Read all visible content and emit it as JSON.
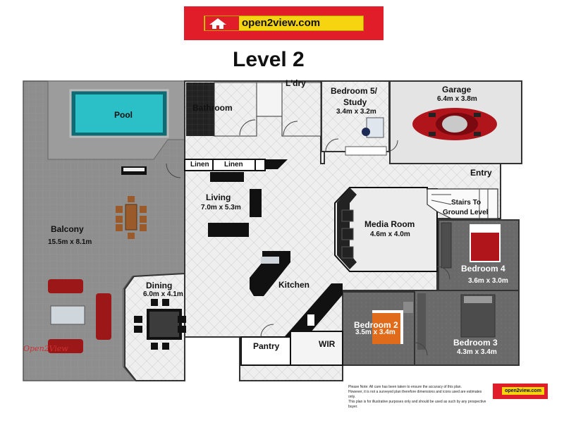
{
  "header": {
    "brand": "open2view.com",
    "title": "Level 2"
  },
  "rooms": {
    "pool": {
      "label": "Pool"
    },
    "bathroom": {
      "label": "Bathroom"
    },
    "laundry": {
      "label": "L'dry"
    },
    "bedroom5": {
      "label": "Bedroom 5/",
      "label2": "Study",
      "dim": "3.4m x 3.2m"
    },
    "garage": {
      "label": "Garage",
      "dim": "6.4m x 3.8m"
    },
    "linen1": {
      "label": "Linen"
    },
    "linen2": {
      "label": "Linen"
    },
    "entry": {
      "label": "Entry"
    },
    "living": {
      "label": "Living",
      "dim": "7.0m x 5.3m"
    },
    "stairs": {
      "label": "Stairs To",
      "label2": "Ground Level"
    },
    "media": {
      "label": "Media Room",
      "dim": "4.6m x 4.0m"
    },
    "balcony": {
      "label": "Balcony",
      "dim": "15.5m x 8.1m"
    },
    "bedroom4": {
      "label": "Bedroom 4",
      "dim": "3.6m x 3.0m"
    },
    "dining": {
      "label": "Dining",
      "dim": "6.0m x 4.1m"
    },
    "kitchen": {
      "label": "Kitchen"
    },
    "bedroom2": {
      "label": "Bedroom 2",
      "dim": "3.5m x 3.4m"
    },
    "bedroom3": {
      "label": "Bedroom 3",
      "dim": "4.3m x 3.4m"
    },
    "pantry": {
      "label": "Pantry"
    },
    "wir": {
      "label": "WIR"
    }
  },
  "watermark": "Open2View",
  "disclaimer": {
    "line1": "Please Note: All care has been taken to ensure the accuracy of this plan.",
    "line2": "However, it is not a surveyed plan therefore dimensions and icons used are estimates only.",
    "line3": "This plan is for illustrative purposes only and should be used as such by any prospective buyer."
  },
  "footer_brand": "open2view.com",
  "colors": {
    "banner_red": "#e11d2a",
    "banner_yellow": "#f6d40f",
    "balcony_gray": "#8f8f8f",
    "dark_room": "#6e6e6e",
    "pool_water": "#2bbfc7",
    "floor_tile": "#ececec"
  }
}
